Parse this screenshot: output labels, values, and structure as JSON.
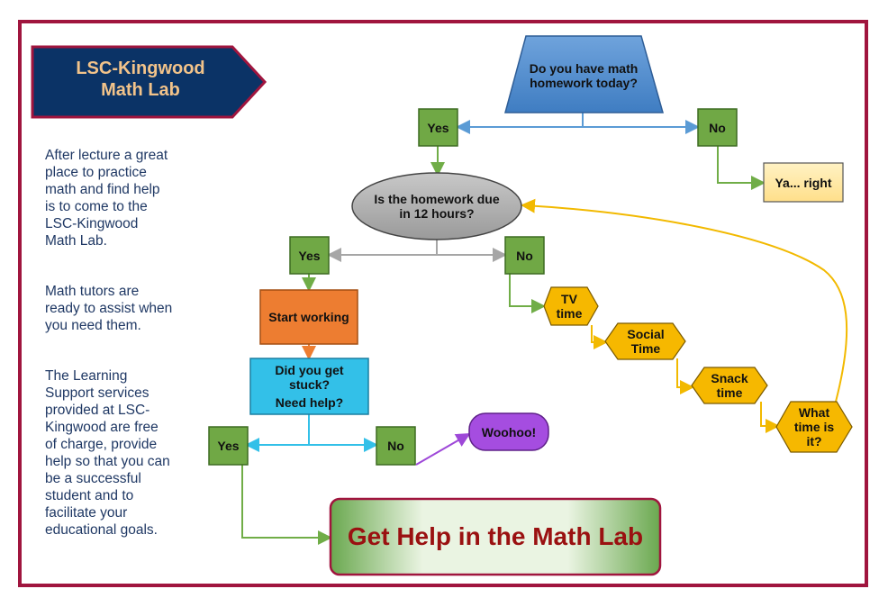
{
  "banner": {
    "title_line1": "LSC-Kingwood",
    "title_line2": "Math Lab"
  },
  "sidebar": {
    "paragraph1": "After lecture a great place to practice math and find help is to come to the LSC-Kingwood Math Lab.",
    "paragraph2": "Math tutors are ready to assist when you need them.",
    "paragraph3": "The Learning Support services provided at LSC-Kingwood are free of charge, provide help so that you can be a successful student and to facilitate your educational goals."
  },
  "nodes": {
    "q_homework": "Do you have math homework today?",
    "yes_1": "Yes",
    "no_1": "No",
    "ya_right": "Ya... right",
    "q_due": "Is the homework due in 12 hours?",
    "yes_2": "Yes",
    "no_2": "No",
    "start_working": "Start working",
    "q_stuck_line1": "Did you get stuck?",
    "q_stuck_line2": "Need help?",
    "yes_3": "Yes",
    "no_3": "No",
    "woohoo": "Woohoo!",
    "tv_time": "TV time",
    "social_time": "Social Time",
    "snack_time": "Snack time",
    "what_time": "What time is it?",
    "get_help": "Get Help in the Math Lab"
  },
  "colors": {
    "frame": "#a0153e",
    "banner_fill": "#0b3366",
    "banner_text": "#f2c38a",
    "question_fill": "#4a86c8",
    "decision_fill": "#a6a6a6",
    "yes_no_fill": "#70a845",
    "start_fill": "#ed7d31",
    "stuck_fill": "#33c0e8",
    "woohoo_fill": "#a54de0",
    "hexagon_fill": "#f6b800",
    "ya_right_fill": "#ffe598",
    "help_text": "#9a1111"
  }
}
